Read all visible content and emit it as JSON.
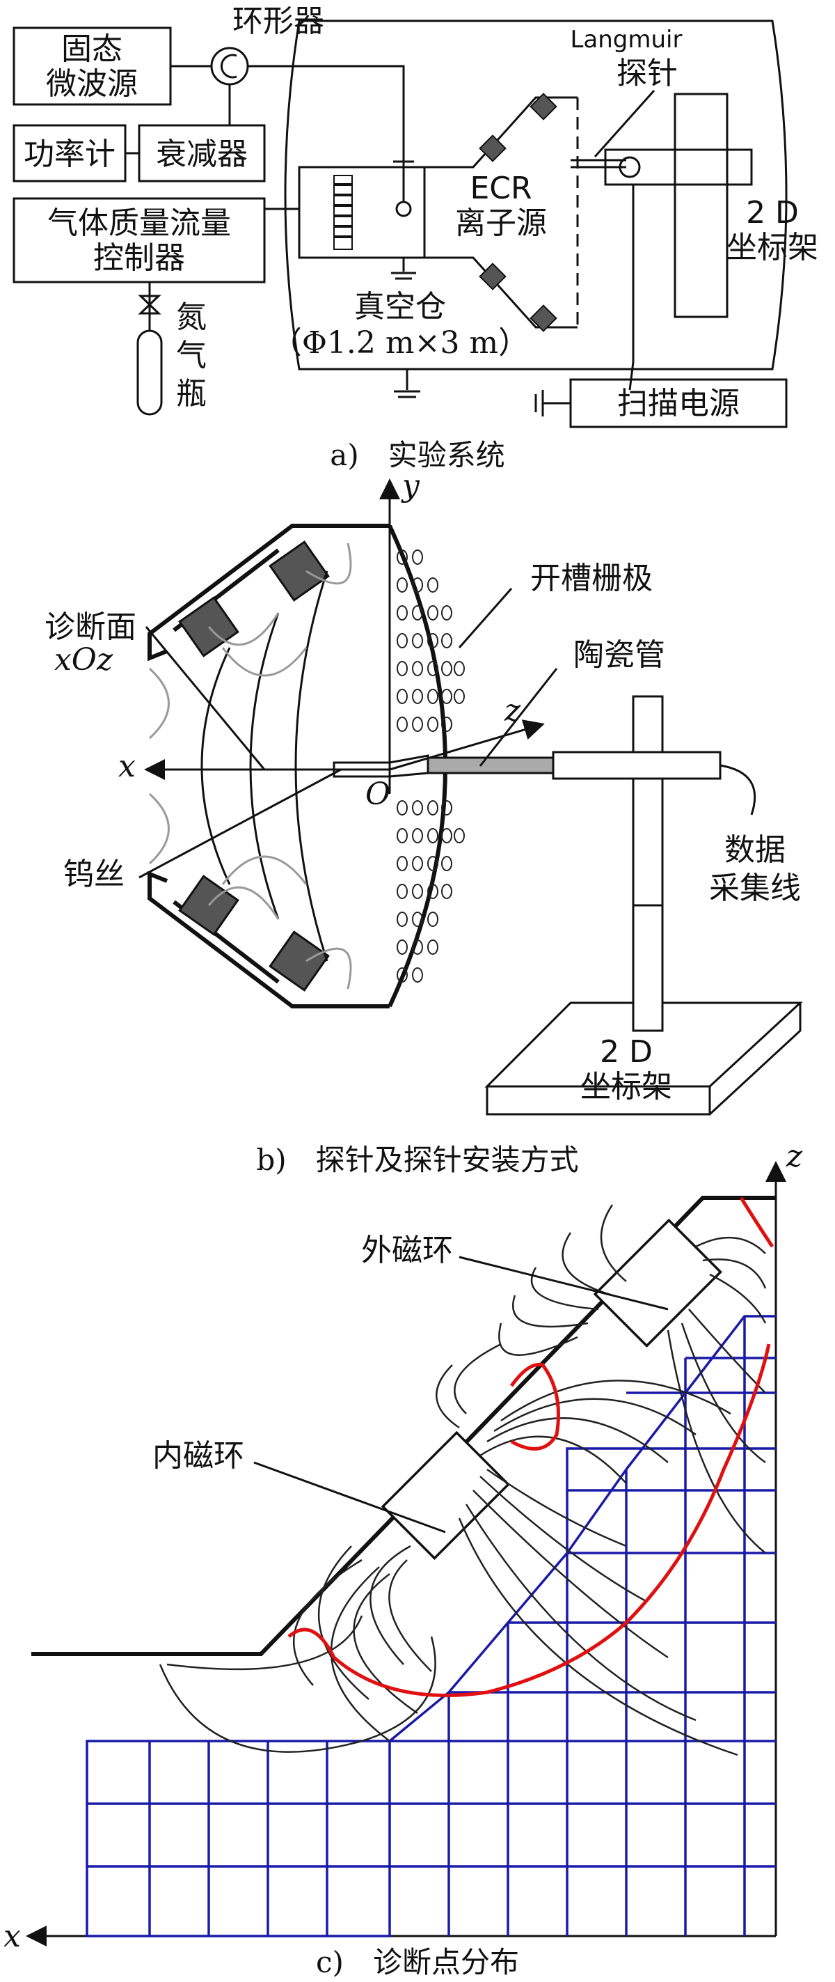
{
  "panel_a": {
    "caption": "a)　实验系统",
    "microwave_source_line1": "固态",
    "microwave_source_line2": "微波源",
    "circulator": "环形器",
    "power_meter": "功率计",
    "attenuator": "衰减器",
    "flow_controller_line1": "气体质量流量",
    "flow_controller_line2": "控制器",
    "nitrogen_line1": "氮",
    "nitrogen_line2": "气",
    "nitrogen_line3": "瓶",
    "probe_line1": "Langmuir",
    "probe_line2": "探针",
    "ecr_line1": "ECR",
    "ecr_line2": "离子源",
    "stage_line1": "2 D",
    "stage_line2": "坐标架",
    "chamber_line1": "真空仓",
    "chamber_line2": "（Φ1.2 m×3 m）",
    "scan_power": "扫描电源"
  },
  "panel_b": {
    "caption": "b)　探针及探针安装方式",
    "axis_y": "y",
    "axis_x": "x",
    "axis_z": "z",
    "origin": "O",
    "diag_plane_line1": "诊断面",
    "diag_plane_line2": "xOz",
    "slotted_grid": "开槽栅极",
    "ceramic_tube": "陶瓷管",
    "tungsten_wire": "钨丝",
    "data_line_line1": "数据",
    "data_line_line2": "采集线",
    "stage_line1": "2 D",
    "stage_line2": "坐标架"
  },
  "panel_c": {
    "caption": "c)　诊断点分布",
    "axis_z": "z",
    "axis_x": "x",
    "outer_ring": "外磁环",
    "inner_ring": "内磁环"
  },
  "colors": {
    "grid": "#1a1aa8",
    "boundary": "#e01010",
    "magnet": "#555555"
  }
}
